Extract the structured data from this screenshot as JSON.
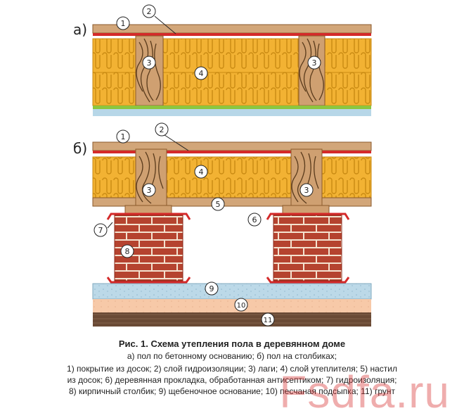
{
  "sections": {
    "a": {
      "letter": "а)"
    },
    "b": {
      "letter": "б)"
    }
  },
  "callouts": {
    "n1": "1",
    "n2": "2",
    "n3": "3",
    "n4": "4",
    "n5": "5",
    "n6": "6",
    "n7": "7",
    "n8": "8",
    "n9": "9",
    "n10": "10",
    "n11": "11"
  },
  "caption": {
    "title": "Рис. 1. Схема утепления пола в деревянном доме",
    "line1": "а) пол по бетонному основанию; б) пол на столбиках;",
    "line2": "1) покрытие из досок; 2) слой гидроизоляции; 3) лаги; 4) слой утеплителя; 5) настил",
    "line3": "из досок; 6) деревянная прокладка, обработанная антисептиком; 7) гидроизоляция;",
    "line4": "8) кирпичный столбик; 9) щебеночное основание; 10) песчаная подсыпка; 11) грунт"
  },
  "watermark": {
    "text": "Fsdfa.ru"
  },
  "colors": {
    "board": "#d2a679",
    "board_edge": "#8b5a2b",
    "waterproof": "#d42a2a",
    "insulation": "#f2b233",
    "insulation_line": "#c98a12",
    "joist": "#cfa071",
    "joist_grain": "#5a3b1c",
    "concrete_green": "#8cc63f",
    "concrete_blue": "#b7d7e8",
    "brick": "#b5432f",
    "mortar": "#f4e2cf",
    "gravel": "#bcd9e8",
    "sand": "#f7c9a8",
    "soil": "#6a4a35"
  }
}
